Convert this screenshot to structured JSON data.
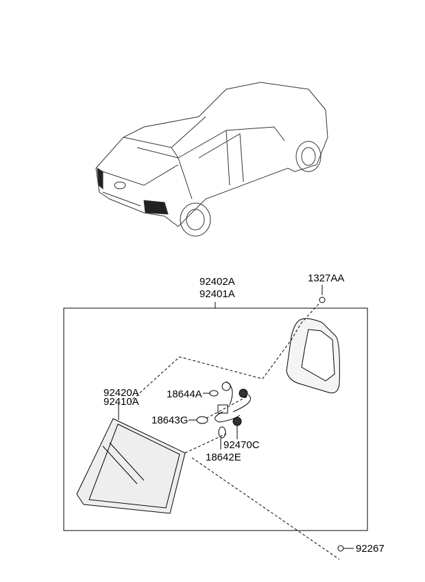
{
  "diagram": {
    "labels": {
      "assembly_1": "92402A",
      "assembly_2": "92401A",
      "nut": "1327AA",
      "lens_1": "92420A",
      "lens_2": "92410A",
      "bulb_small": "18644A",
      "bulb_mid": "18643G",
      "bulb_large": "18642E",
      "socket_harness": "92470C",
      "screw": "92267"
    }
  }
}
